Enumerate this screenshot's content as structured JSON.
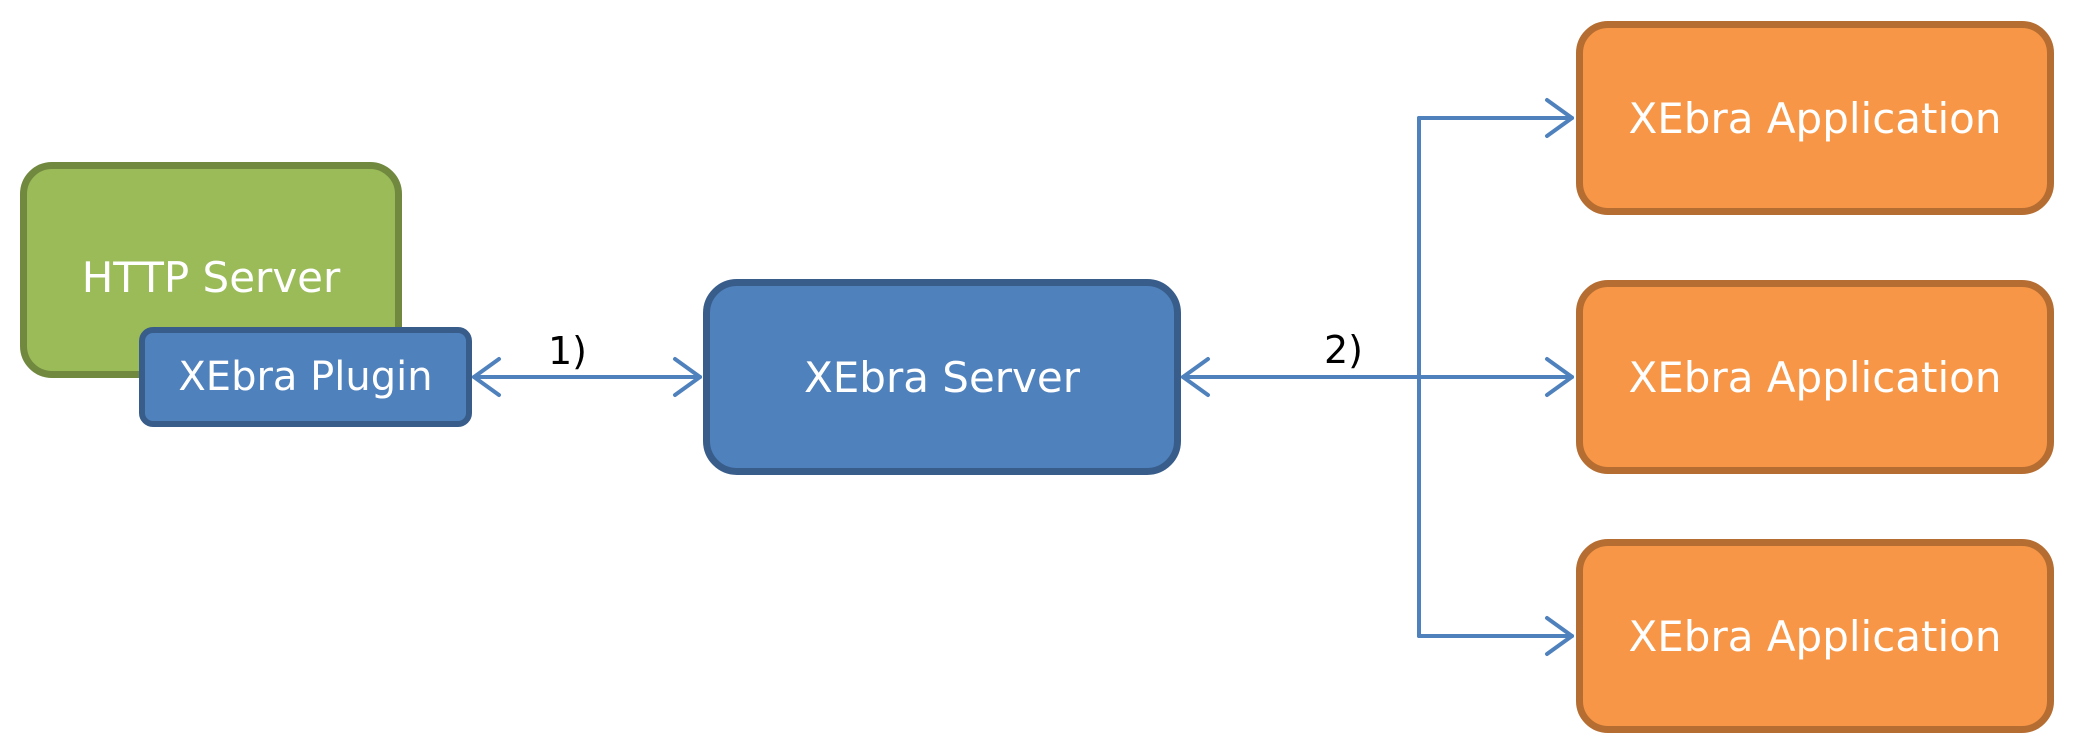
{
  "diagram": {
    "nodes": {
      "http_server": {
        "label": "HTTP Server",
        "fill": "#9bbb59",
        "border": "#71893f"
      },
      "plugin": {
        "label": "XEbra Plugin",
        "fill": "#4f81bd",
        "border": "#385d8a"
      },
      "server": {
        "label": "XEbra Server",
        "fill": "#4f81bd",
        "border": "#385d8a"
      },
      "applications": [
        {
          "label": "XEbra Application",
          "fill": "#f79646",
          "border": "#b66d31"
        },
        {
          "label": "XEbra Application",
          "fill": "#f79646",
          "border": "#b66d31"
        },
        {
          "label": "XEbra Application",
          "fill": "#f79646",
          "border": "#b66d31"
        }
      ]
    },
    "connections": [
      {
        "label": "1)",
        "from": "XEbra Plugin",
        "to": "XEbra Server",
        "bidirectional": true
      },
      {
        "label": "2)",
        "from": "XEbra Server",
        "to": "XEbra Application",
        "bidirectional": true,
        "branches": 3
      }
    ],
    "connector_color": "#4f81bd",
    "label_color": "#000000"
  }
}
